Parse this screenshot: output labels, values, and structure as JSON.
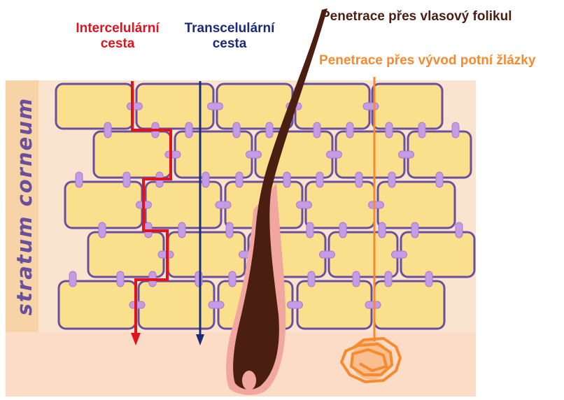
{
  "labels": {
    "intercellular": "Intercelulární cesta",
    "transcellular": "Transcelulární cesta",
    "hair_follicle": "Penetrace přes vlasový folikul",
    "sweat_duct": "Penetrace přes vývod potní žlázky",
    "stratum_corneum": "stratum corneum"
  },
  "colors": {
    "intercellular": "#e0141e",
    "transcellular": "#1c2a7a",
    "hair": "#4a1f12",
    "hair_sheath": "#f2a6a0",
    "sweat": "#f68a2e",
    "cell_fill": "#fadf8d",
    "cell_border": "#6a4f9e",
    "junction": "#c59be3",
    "background_skin": "#fbe4cf",
    "stratum_band": "#f6d4a8"
  },
  "icons": {
    "junction": "purple-rounded-junction-icon"
  }
}
